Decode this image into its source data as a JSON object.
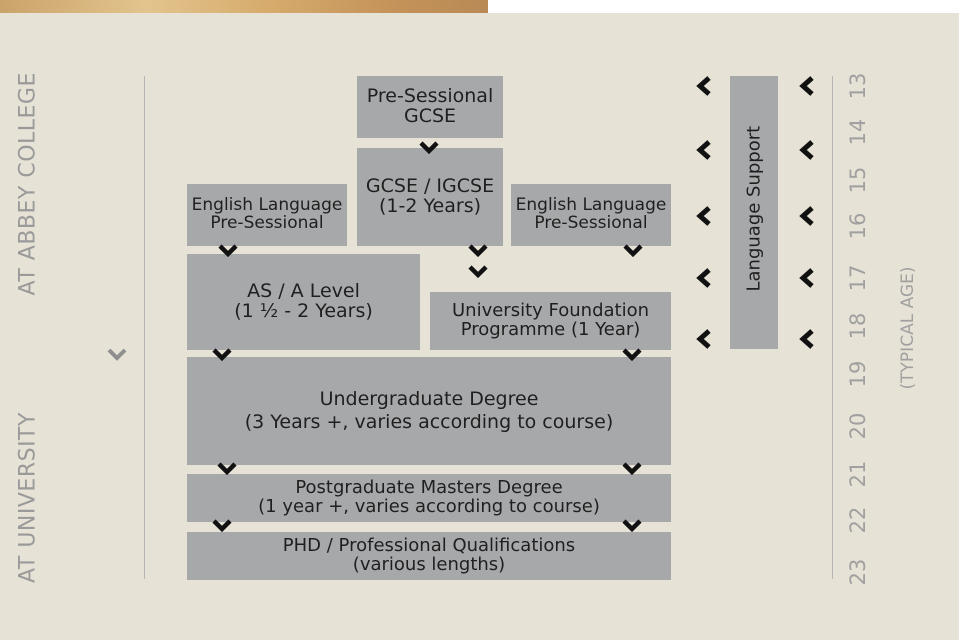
{
  "side_labels": {
    "college": "AT ABBEY COLLEGE",
    "university": "AT UNIVERSITY"
  },
  "boxes": {
    "pre_gcse": [
      "Pre-Sessional",
      "GCSE"
    ],
    "gcse": [
      "GCSE / IGCSE",
      "(1-2 Years)"
    ],
    "english_left": [
      "English Language",
      "Pre-Sessional"
    ],
    "english_right": [
      "English Language",
      "Pre-Sessional"
    ],
    "alevel": [
      "AS / A Level",
      "(1 ½ - 2 Years)"
    ],
    "ufp": [
      "University Foundation",
      "Programme (1 Year)"
    ],
    "undergrad": [
      "Undergraduate Degree",
      "(3 Years +, varies according to course)"
    ],
    "postgrad": [
      "Postgraduate Masters Degree",
      "(1 year +, varies according to course)"
    ],
    "phd": [
      "PHD / Professional Qualifications",
      "(various lengths)"
    ]
  },
  "language_support": "Language Support",
  "ages": [
    "13",
    "14",
    "15",
    "16",
    "17",
    "18",
    "19",
    "20",
    "21",
    "22",
    "23"
  ],
  "age_caption": "(TYPICAL AGE)",
  "colors": {
    "box": "#a7a8aa",
    "background": "#e7e2d6",
    "text": "#1f1f1f",
    "muted": "#9a9a9a",
    "chevron": "#111111"
  }
}
